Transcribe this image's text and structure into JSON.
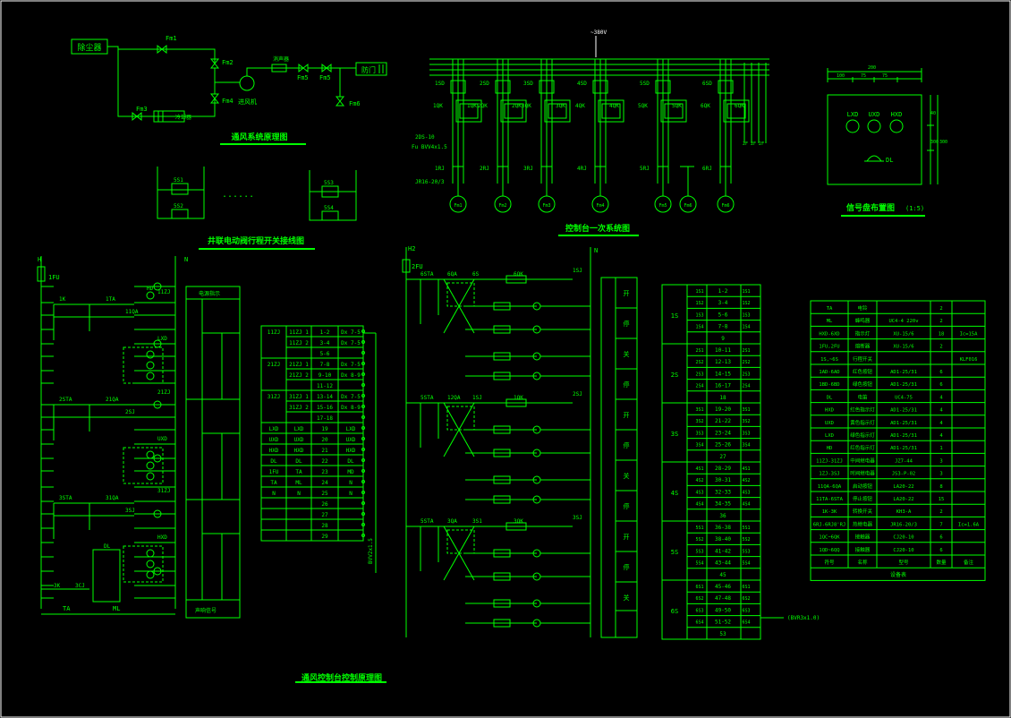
{
  "colors": {
    "background": "#000000",
    "line": "#00ff00",
    "text": "#00ff00",
    "white": "#ffffff"
  },
  "ventilation": {
    "title": "通风系统原理图",
    "sensor_box": "除尘器",
    "fan_box": "进风机",
    "cooler_label": "冷却器",
    "valves": [
      "Fm1",
      "Fm2",
      "Fm3",
      "Fm4",
      "Fm5",
      "Fm6"
    ],
    "door_label": "防门"
  },
  "switch_diagram": {
    "title": "井联电动阀行程开关接线图",
    "dots": "......"
  },
  "power": {
    "voltage": "~380V",
    "title": "控制台一次系统图",
    "cable_top": "2DS-10",
    "cable_mid": "Fu BVV4x1.5",
    "cable_bot": "JR16-20/3",
    "motors": [
      "Fm1",
      "Fm2",
      "Fm3",
      "Fm4",
      "Fm5",
      "Fm6",
      "Fm6"
    ]
  },
  "panel": {
    "title": "信号盘布置图",
    "scale": "(1:5)",
    "lamps": [
      "LXD",
      "UXD",
      "HXD"
    ],
    "bell": "DL",
    "dims": [
      "200",
      "100",
      "75",
      "75"
    ]
  },
  "control_main": {
    "title": "通风控制台控制原理图",
    "rails": [
      "H",
      "N"
    ],
    "fuse": "1FU",
    "bottom": "TA",
    "bottom2": "ML"
  },
  "wiring_table": {
    "rows": [
      [
        "11ZJ",
        "11ZJ 1",
        "1-2",
        "Dx 7-5"
      ],
      [
        "",
        "11ZJ 2",
        "3-4",
        "Dx 7-5"
      ],
      [
        "",
        "",
        "5-6",
        ""
      ],
      [
        "21ZJ",
        "21ZJ 1",
        "7-8",
        "Dx 7-5"
      ],
      [
        "",
        "21ZJ 2",
        "9-10",
        "Dx 8-9"
      ],
      [
        "",
        "",
        "11-12",
        ""
      ],
      [
        "31ZJ",
        "31ZJ 1",
        "13-14",
        "Dx 7-5"
      ],
      [
        "",
        "31ZJ 2",
        "15-16",
        "Dx 8-9"
      ],
      [
        "",
        "",
        "17-18",
        ""
      ],
      [
        "LXD",
        "LXD",
        "19",
        "LXD"
      ],
      [
        "UXD",
        "UXD",
        "20",
        "UXD"
      ],
      [
        "HXD",
        "HXD",
        "21",
        "HXD"
      ],
      [
        "DL",
        "DL",
        "22",
        "DL"
      ],
      [
        "1FU",
        "TA",
        "23",
        "MD"
      ],
      [
        "TA",
        "ML",
        "24",
        "N"
      ],
      [
        "N",
        "N",
        "25",
        "N"
      ],
      [
        "",
        "",
        "26",
        ""
      ],
      [
        "",
        "",
        "27",
        ""
      ],
      [
        "",
        "",
        "28",
        ""
      ],
      [
        "",
        "",
        "29",
        ""
      ]
    ],
    "cable": "BVV2x1.5"
  },
  "terminal_table": {
    "groups": [
      {
        "name": "1S",
        "rows": [
          "1-2",
          "3-4",
          "5-6",
          "7-8",
          "9"
        ]
      },
      {
        "name": "2S",
        "rows": [
          "10-11",
          "12-13",
          "14-15",
          "16-17",
          "18"
        ]
      },
      {
        "name": "3S",
        "rows": [
          "19-20",
          "21-22",
          "23-24",
          "25-26",
          "27"
        ]
      },
      {
        "name": "4S",
        "rows": [
          "28-29",
          "30-31",
          "32-33",
          "34-35",
          "36"
        ]
      },
      {
        "name": "5S",
        "rows": [
          "36-38",
          "38-40",
          "41-42",
          "43-44",
          "45"
        ]
      },
      {
        "name": "6S",
        "rows": [
          "45-46",
          "47-48",
          "49-50",
          "51-52",
          "53"
        ]
      }
    ],
    "cable": "(BVR3x1.0)"
  },
  "bom": {
    "rows": [
      [
        "TA",
        "电铃",
        "",
        "2",
        ""
      ],
      [
        "ML",
        "蜂鸣器",
        "UC4-4 220v",
        "2",
        ""
      ],
      [
        "HXD-6XD",
        "指示灯",
        "XU-15/6",
        "18",
        "Ic=15A"
      ],
      [
        "1FU,2FU",
        "熔断器",
        "XU-15/6",
        "2",
        ""
      ],
      [
        "1S,~6S",
        "行程开关",
        "",
        "",
        "KLF016"
      ],
      [
        "1AD-6AD",
        "红色按钮",
        "AD1-25/31",
        "6",
        ""
      ],
      [
        "1BD-6BD",
        "绿色按钮",
        "AD1-25/31",
        "6",
        ""
      ],
      [
        "DL",
        "电笛",
        "UC4-75",
        "4",
        ""
      ],
      [
        "HXD",
        "红色指示灯",
        "AD1-25/31",
        "4",
        ""
      ],
      [
        "UXD",
        "黄色指示灯",
        "AD1-25/31",
        "4",
        ""
      ],
      [
        "LXD",
        "绿色指示灯",
        "AD1-25/31",
        "4",
        ""
      ],
      [
        "HD",
        "红色指示灯",
        "AD1-25/31",
        "1",
        ""
      ],
      [
        "11ZJ-31ZJ",
        "中间继电器",
        "JZ7-44",
        "3",
        ""
      ],
      [
        "1ZJ-3SJ",
        "时间继电器",
        "JS3-P-02",
        "3",
        ""
      ],
      [
        "11QA-6QA",
        "启动按钮",
        "LA20-22",
        "8",
        ""
      ],
      [
        "11TA-6STA",
        "停止按钮",
        "LA20-22",
        "15",
        ""
      ],
      [
        "1K-3K",
        "转换开关",
        "KH3-A",
        "2",
        ""
      ],
      [
        "6RJ-6RJ8'RJ",
        "热继电器",
        "JR16-20/3",
        "7",
        "Ic=1.6A"
      ],
      [
        "1QC~6QK",
        "接触器",
        "CJ20-10",
        "6",
        ""
      ],
      [
        "1QD~6QQ",
        "接触器",
        "CJ20-10",
        "6",
        ""
      ],
      [
        "符号",
        "名称",
        "型号",
        "数量",
        "备注"
      ]
    ],
    "footer": "设备表"
  }
}
